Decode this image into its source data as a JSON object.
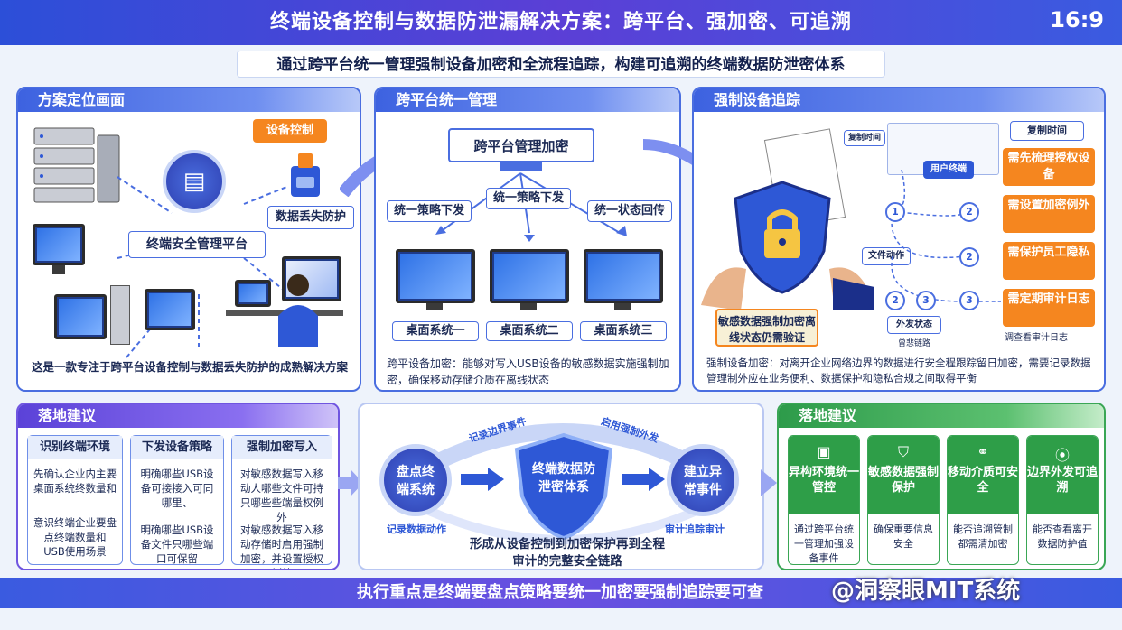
{
  "header": {
    "title": "终端设备控制与数据防泄漏解决方案：跨平台、强加密、可追溯",
    "ratio": "16:9",
    "subtitle": "通过跨平台统一管理强制设备加密和全流程追踪，构建可追溯的终端数据防泄密体系"
  },
  "panel1": {
    "title": "方案定位画面",
    "tag_device": "设备控制",
    "tag_dlp": "数据丢失防护",
    "platform": "终端安全管理平台",
    "caption": "这是一款专注于跨平台设备控制与数据丢失防护的成熟解决方案"
  },
  "panel2": {
    "title": "跨平台统一管理",
    "top_box": "跨平台管理加密",
    "policy_left": "统一策略下发",
    "policy_mid": "统一策略下发",
    "policy_right": "统一状态回传",
    "desktops": [
      "桌面系统一",
      "桌面系统二",
      "桌面系统三"
    ],
    "caption": "跨平设备加密：能够对写入USB设备的敏感数据实施强制加密，确保移动存储介质在离线状态"
  },
  "panel3": {
    "title": "强制设备追踪",
    "copy_time": "复制时间",
    "copy_time2": "复制时间",
    "user_terminal": "用户终端",
    "file_action": "文件动作",
    "outgoing": "外发状态",
    "outgoing_sub": "曾悲链路",
    "audit": "调查看审计日志",
    "banner": "敏感数据强制加密离线状态仍需验证",
    "steps": [
      "1",
      "2",
      "2",
      "2",
      "3",
      "3"
    ],
    "orange_items": [
      "需先梳理授权设备",
      "需设置加密例外",
      "需保护员工隐私",
      "需定期审计日志"
    ],
    "caption": "强制设备加密：对离开企业网络边界的数据进行安全程跟踪留日加密，需要记录数据管理制外应在业务便利、数据保护和隐私合规之间取得平衡"
  },
  "panel4": {
    "title": "落地建议",
    "cards": [
      {
        "title": "识别终端环境",
        "p1": "先确认企业内主要桌面系统终数量和",
        "p2": "意识终端企业要盘点终端数量和USB使用场景"
      },
      {
        "title": "下发设备策略",
        "p1": "明确哪些USB设备可接接入可同哪里、",
        "p2": "明确哪些USB设备文件只哪些端口可保留"
      },
      {
        "title": "强制加密写入",
        "p1": "对敏感数据写入移动人哪些文件可持只哪些些端量权例外",
        "p2": "对敏感数据写入移动存储时启用强制加密，并设置授权例外"
      }
    ]
  },
  "panel5": {
    "left_circle": "盘点终端系统",
    "center": "终端数据防泄密体系",
    "right_circle": "建立异常事件",
    "arc_left": "记录边界事件",
    "arc_right": "启用强制外发",
    "label_left": "记录数据动作",
    "label_right": "审计追踪审计",
    "caption": "形成从设备控制到加密保护再到全程审计的完整安全链路"
  },
  "panel6": {
    "title": "落地建议",
    "cards": [
      {
        "icon": "▣",
        "title": "异构环境统一管控",
        "body": "通过跨平台统一管理加强设备事件"
      },
      {
        "icon": "⛉",
        "title": "敏感数据强制保护",
        "body": "确保重要信息安全"
      },
      {
        "icon": "⚭",
        "title": "移动介质可安全",
        "body": "能否追溯管制都需清加密"
      },
      {
        "icon": "⦿",
        "title": "边界外发可追溯",
        "body": "能否查看离开数据防护值"
      }
    ]
  },
  "footer": {
    "text": "执行重点是终端要盘点策略要统一加密要强制追踪要可查",
    "watermark": "@洞察眼MIT系统"
  },
  "colors": {
    "primary": "#2e58d6",
    "accent": "#f5861f",
    "green": "#2e9e48",
    "purple": "#5b42d8"
  }
}
